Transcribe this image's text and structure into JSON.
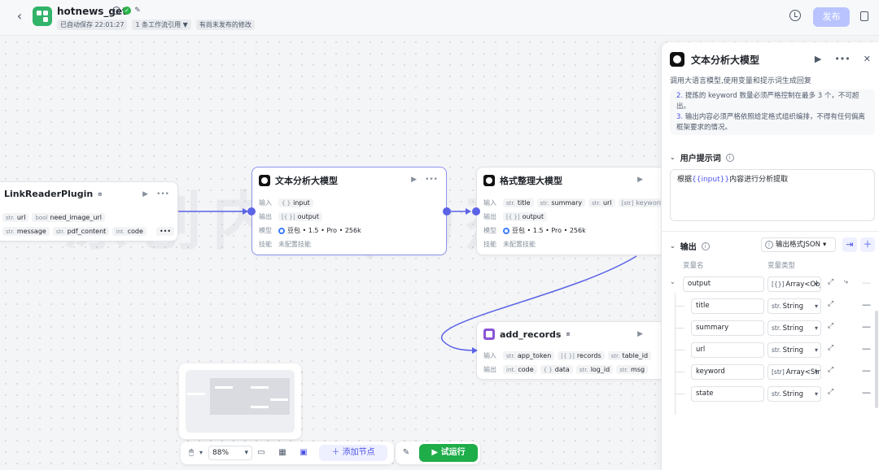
{
  "topbar": {
    "back": "‹",
    "app_name": "hotnews_get",
    "autosave": "已自动保存 22:01:27",
    "workflow_ref": "1 条工作流引用",
    "unpublished": "有尚未发布的修改",
    "publish_label": "发布"
  },
  "watermark": "原创内容|杨杰",
  "nodes": {
    "link_reader": {
      "title": "LinkReaderPlugin",
      "inputs": [
        {
          "type": "str.",
          "name": "url"
        },
        {
          "type": "bool",
          "name": "need_image_url"
        }
      ],
      "outputs": [
        {
          "type": "str.",
          "name": "message"
        },
        {
          "type": "str.",
          "name": "pdf_content"
        },
        {
          "type": "int.",
          "name": "code"
        }
      ]
    },
    "llm": {
      "title": "文本分析大模型",
      "input_label": "输入",
      "output_label": "输出",
      "model_label": "模型",
      "skill_label": "技能",
      "input": {
        "type": "{ }",
        "name": "input"
      },
      "output": {
        "type": "[{ }]",
        "name": "output"
      },
      "model": "豆包 • 1.5 • Pro • 256k",
      "skill": "未配置技能"
    },
    "formatter": {
      "title": "格式整理大模型",
      "input_label": "输入",
      "output_label": "输出",
      "model_label": "模型",
      "skill_label": "技能",
      "inputs": [
        {
          "type": "str.",
          "name": "title"
        },
        {
          "type": "str.",
          "name": "summary"
        },
        {
          "type": "str.",
          "name": "url"
        },
        {
          "type": "[str]",
          "name": "keyword"
        }
      ],
      "output": {
        "type": "[{ }]",
        "name": "output"
      },
      "model": "豆包 • 1.5 • Pro • 256k",
      "skill": "未配置技能"
    },
    "add_records": {
      "title": "add_records",
      "input_label": "输入",
      "output_label": "输出",
      "inputs": [
        {
          "type": "str.",
          "name": "app_token"
        },
        {
          "type": "[{ }]",
          "name": "records"
        },
        {
          "type": "str.",
          "name": "table_id"
        }
      ],
      "outputs": [
        {
          "type": "int.",
          "name": "code"
        },
        {
          "type": "{ }",
          "name": "data"
        },
        {
          "type": "str.",
          "name": "log_id"
        },
        {
          "type": "str.",
          "name": "msg"
        }
      ]
    }
  },
  "toolbar": {
    "zoom": "88%",
    "add_node_label": "添加节点",
    "run_label": "试运行"
  },
  "panel": {
    "title": "文本分析大模型",
    "description": "调用大语言模型,使用变量和提示词生成回复",
    "system_prompt_lines": [
      {
        "num": "2.",
        "text": "提炼的 keyword 数量必须严格控制在最多 3 个，不可超出。"
      },
      {
        "num": "3.",
        "text": "输出内容必须严格依照给定格式组织编排，不得有任何偏离框架要求的情况。"
      }
    ],
    "user_prompt_heading": "用户提示词",
    "user_prompt_prefix": "根据",
    "user_prompt_var": "{{input}}",
    "user_prompt_suffix": "内容进行分析提取",
    "output_heading": "输出",
    "output_format": "输出格式JSON",
    "col_name": "变量名",
    "col_type": "变量类型",
    "outputs": [
      {
        "name": "output",
        "type_icon": "[{}]",
        "type": "Array<Object>"
      },
      {
        "name": "title",
        "type_icon": "str.",
        "type": "String"
      },
      {
        "name": "summary",
        "type_icon": "str.",
        "type": "String"
      },
      {
        "name": "url",
        "type_icon": "str.",
        "type": "String"
      },
      {
        "name": "keyword",
        "type_icon": "[str]",
        "type": "Array<String>"
      },
      {
        "name": "state",
        "type_icon": "str.",
        "type": "String"
      }
    ]
  },
  "colors": {
    "accent": "#4d53e8",
    "run": "#1fad4a",
    "brand": "#32b36a",
    "edge": "#5b63e6"
  }
}
